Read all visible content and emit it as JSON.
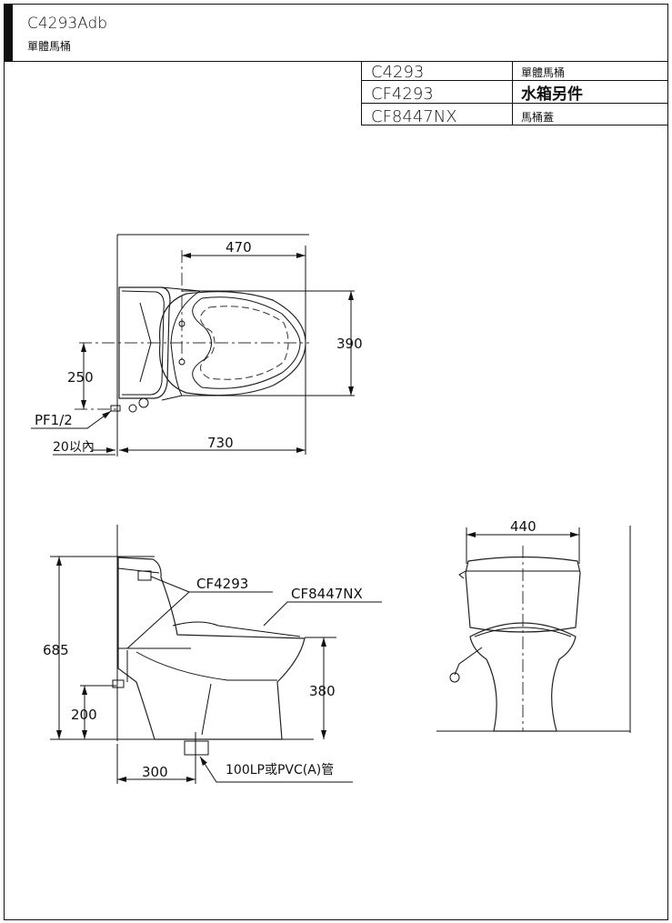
{
  "header": {
    "model": "C4293Adb",
    "subtitle": "單體馬桶"
  },
  "parts_table": [
    {
      "code": "C4293",
      "desc": "單體馬桶"
    },
    {
      "code": "CF4293",
      "desc": "水箱另件"
    },
    {
      "code": "CF8447NX",
      "desc": "馬桶蓋"
    }
  ],
  "top_view": {
    "dim_width": "470",
    "dim_depth": "390",
    "dim_supply_offset": "250",
    "dim_length": "730",
    "supply_label": "PF1/2",
    "wall_gap": "20以內"
  },
  "side_view": {
    "dim_height": "685",
    "dim_supply_height": "200",
    "dim_seat_height": "380",
    "dim_rough_in": "300",
    "tank_part_label": "CF4293",
    "seat_part_label": "CF8447NX",
    "drain_label": "100LP或PVC(A)管"
  },
  "front_view": {
    "dim_width": "440"
  }
}
